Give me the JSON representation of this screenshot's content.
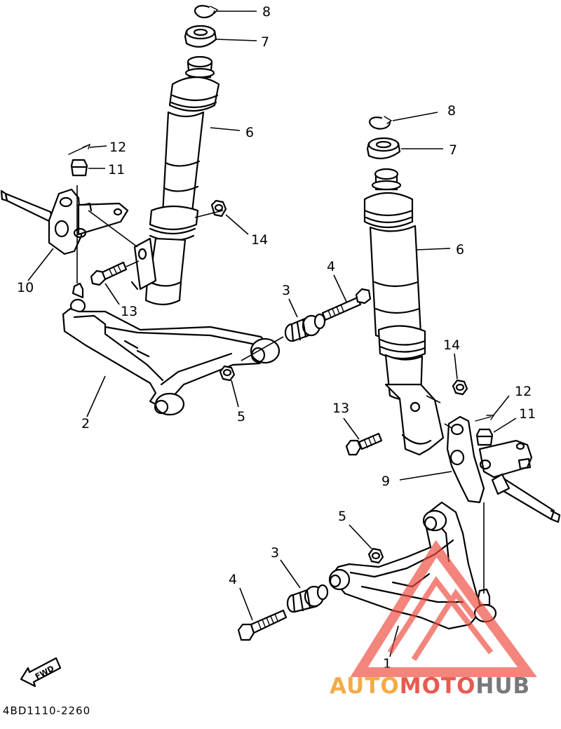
{
  "diagram": {
    "callouts": [
      {
        "id": "c8a",
        "label": "8"
      },
      {
        "id": "c7a",
        "label": "7"
      },
      {
        "id": "c6a",
        "label": "6"
      },
      {
        "id": "c12a",
        "label": "12"
      },
      {
        "id": "c11a",
        "label": "11"
      },
      {
        "id": "c14a",
        "label": "14"
      },
      {
        "id": "c10",
        "label": "10"
      },
      {
        "id": "c13a",
        "label": "13"
      },
      {
        "id": "c2",
        "label": "2"
      },
      {
        "id": "c5a",
        "label": "5"
      },
      {
        "id": "c3a",
        "label": "3"
      },
      {
        "id": "c4a",
        "label": "4"
      },
      {
        "id": "c8b",
        "label": "8"
      },
      {
        "id": "c7b",
        "label": "7"
      },
      {
        "id": "c6b",
        "label": "6"
      },
      {
        "id": "c14b",
        "label": "14"
      },
      {
        "id": "c12b",
        "label": "12"
      },
      {
        "id": "c11b",
        "label": "11"
      },
      {
        "id": "c13b",
        "label": "13"
      },
      {
        "id": "c9",
        "label": "9"
      },
      {
        "id": "c5b",
        "label": "5"
      },
      {
        "id": "c3b",
        "label": "3"
      },
      {
        "id": "c4b",
        "label": "4"
      },
      {
        "id": "c1",
        "label": "1"
      }
    ],
    "direction_label": "FWD",
    "diagram_code": "4BD1110-2260"
  },
  "watermark": {
    "part1": "AUTO",
    "part2": "MOTO",
    "part3": "HUB",
    "colors": {
      "part1": "#f3a333",
      "part2": "#e9483b",
      "part3": "#6b6b6b",
      "logo": "#ee4b3f"
    }
  }
}
